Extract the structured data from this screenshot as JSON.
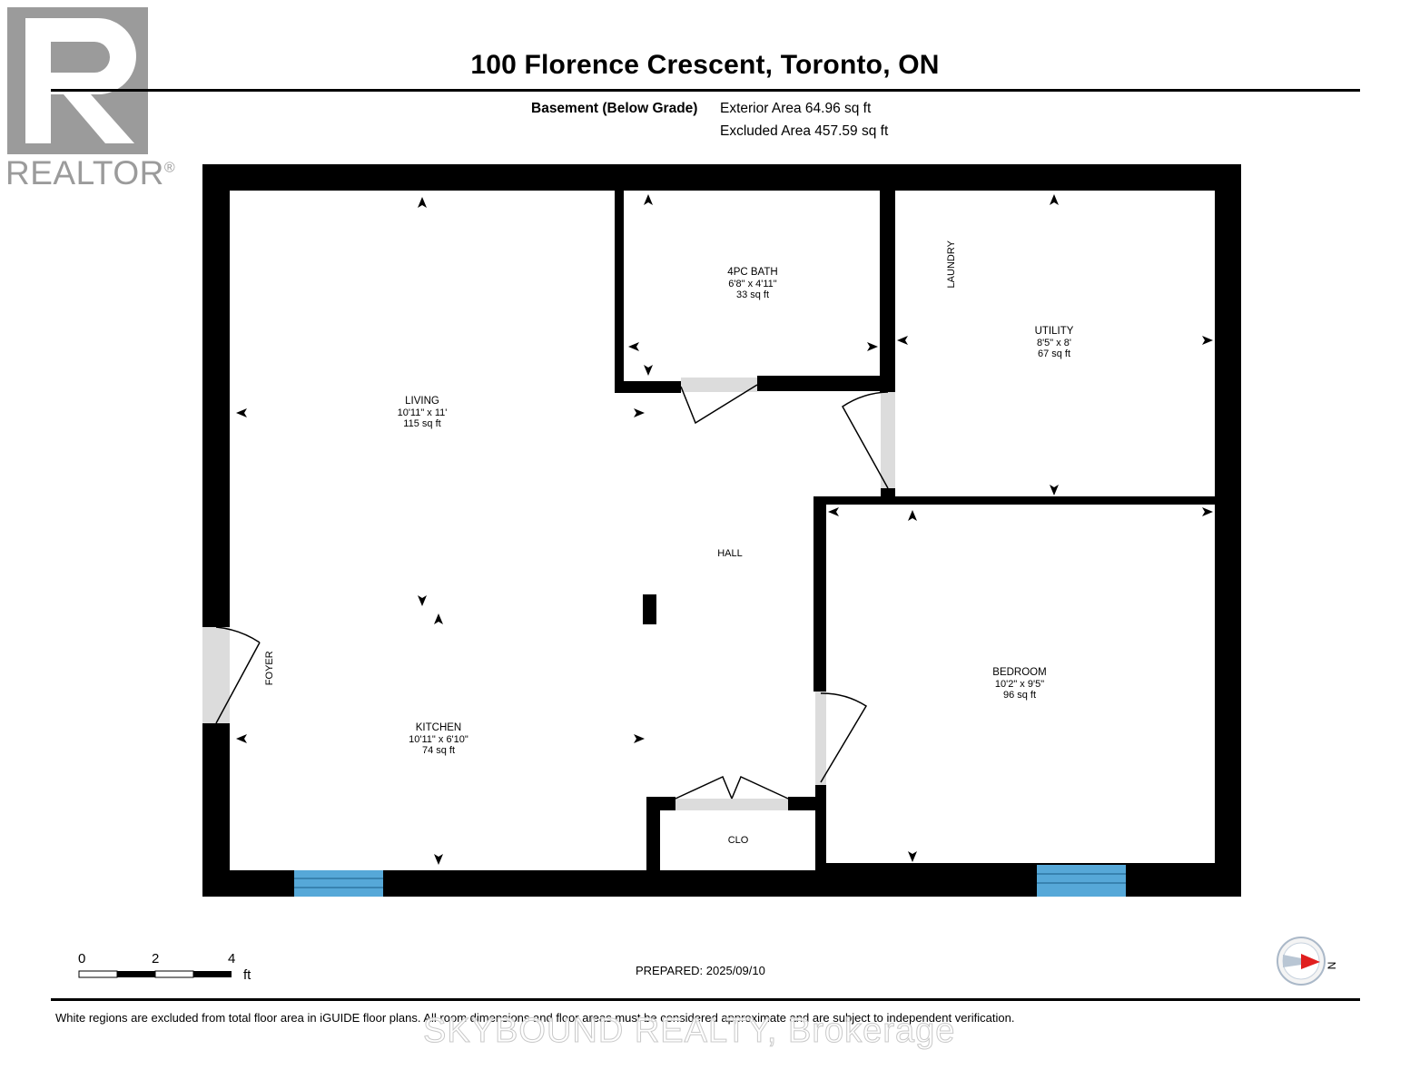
{
  "brand": {
    "logo_word": "REALTOR",
    "logo_mark": "®"
  },
  "header": {
    "title": "100 Florence Crescent, Toronto, ON",
    "level_label": "Basement (Below Grade)",
    "exterior_area": "Exterior Area 64.96 sq ft",
    "excluded_area": "Excluded Area 457.59 sq ft"
  },
  "rooms": {
    "bath": {
      "name": "4PC BATH",
      "dims": "6'8\" x 4'11\"",
      "area": "33 sq ft"
    },
    "utility": {
      "name": "UTILITY",
      "dims": "8'5\" x 8'",
      "area": "67 sq ft"
    },
    "laundry": {
      "name": "LAUNDRY"
    },
    "living": {
      "name": "LIVING",
      "dims": "10'11\" x 11'",
      "area": "115 sq ft"
    },
    "hall": {
      "name": "HALL"
    },
    "foyer": {
      "name": "FOYER"
    },
    "bedroom": {
      "name": "BEDROOM",
      "dims": "10'2\" x 9'5\"",
      "area": "96 sq ft"
    },
    "kitchen": {
      "name": "KITCHEN",
      "dims": "10'11\" x 6'10\"",
      "area": "74 sq ft"
    },
    "closet": {
      "name": "CLO"
    }
  },
  "scale": {
    "ticks": [
      "0",
      "2",
      "4"
    ],
    "unit": "ft"
  },
  "compass": {
    "label": "N"
  },
  "footer": {
    "prepared": "PREPARED: 2025/09/10",
    "disclaimer": "White regions are excluded from total floor area in iGUIDE floor plans. All room dimensions and floor areas must be considered approximate and are subject to independent verification.",
    "watermark": "SKYBOUND REALTY, Brokerage"
  },
  "colors": {
    "wall": "#000000",
    "window": "#56a8d8",
    "logo": "#9b9b9b",
    "compass_arrow": "#e01e1e"
  }
}
